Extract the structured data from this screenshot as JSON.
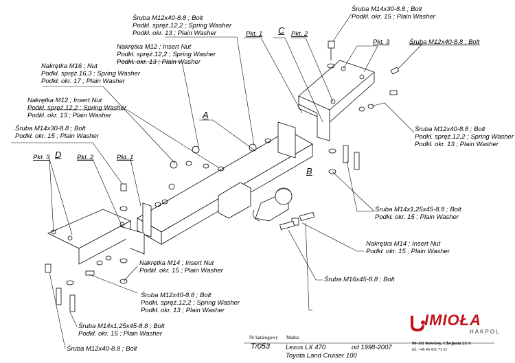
{
  "labels": {
    "bolt_m12_top": [
      "Śruba M12x40-8.8 ;  Bolt",
      "Podkł. spręż.12,2 ; Spring Washer",
      "Podkł. okr. 13 ; Plain Washer"
    ],
    "nut_m12_top": [
      "Nakrętka  M12 ; Insert Nut",
      "Podkł. spręż.12,2 ; Spring Washer",
      "Podkł. okr. 13 ; Plain Washer"
    ],
    "nut_m16": [
      "Nakrętka  M16 ; Nut",
      "Podkł. spręż.16,3 ; Spring Washer",
      "Podkł. okr. 17 ; Plain Washer"
    ],
    "nut_m12_left": [
      "Nakrętka  M12 ; Insert Nut",
      "Podkł. spręż.12,2 ; Spring Washer",
      "Podkł. okr. 13 ; Plain Washer"
    ],
    "bolt_m14_left": [
      "Śruba M14x30-8.8 ;  Bolt",
      "Podkł. okr. 15 ; Plain Washer"
    ],
    "bolt_m14_top": [
      "Śruba M14x30-8.8 ;  Bolt",
      "Podkł. okr. 15 ; Plain Washer"
    ],
    "bolt_m12_right": "Śruba M12x40-8.8 ;  Bolt",
    "bolt_m12_right2": [
      "Śruba M12x40-8.8 ;  Bolt",
      "Podkł. spręż.12,2 ; Spring Washer",
      "Podkł. okr. 13 ; Plain Washer"
    ],
    "bolt_m14_125_right": [
      "Śruba M14x1,25x45-8.8 ;  Bolt",
      "Podkł. okr. 15 ; Plain Washer"
    ],
    "nut_m14_right": [
      "Nakrętka  M14 ; Insert Nut",
      "Podkł. okr. 15 ; Plain Washer"
    ],
    "bolt_m16": "Śruba M16x45-8.8 ;  Bolt",
    "nut_m14_bottom": [
      "Nakrętka  M14 ; Insert Nut",
      "Podkł. okr. 15 ; Plain Washer"
    ],
    "bolt_m12_bottom": [
      "Śruba M12x40-8.8 ;  Bolt",
      "Podkł. spręż.12,2 ; Spring Washer",
      "Podkł. okr. 13 ; Plain Washer"
    ],
    "bolt_m14_125_bottom": [
      "Śruba M14x1,25x45-8.8 ;  Bolt",
      "Podkł. okr. 15 ; Plain Washer"
    ],
    "bolt_m12_bottom2": "Śruba M12x40-8.8 ;  Bolt"
  },
  "parts": {
    "A": "A",
    "B": "B",
    "C": "C",
    "D": "D",
    "pkt1_top": "Pkt. 1",
    "pkt2_top": "Pkt. 2",
    "pkt3_top": "Pkt. 3",
    "pkt1_left": "Pkt. 1",
    "pkt2_left": "Pkt. 2",
    "pkt3_left": "Pkt. 3"
  },
  "title_block": {
    "catalog_label": "Nr katalogowy",
    "catalog_no": "T/053",
    "brand_label": "Marka",
    "model1": "Lexus LX 470",
    "model2": "Toyota Land Cruiser 100",
    "years": "od 1998-2007"
  },
  "logo": {
    "name": "IMIOŁA",
    "sub": "HAKPOL",
    "address": "96-111 Kowiesy, Chojnata 23 A",
    "phone": "tel. +48 46 831 73 31",
    "color": "#c0141b"
  }
}
